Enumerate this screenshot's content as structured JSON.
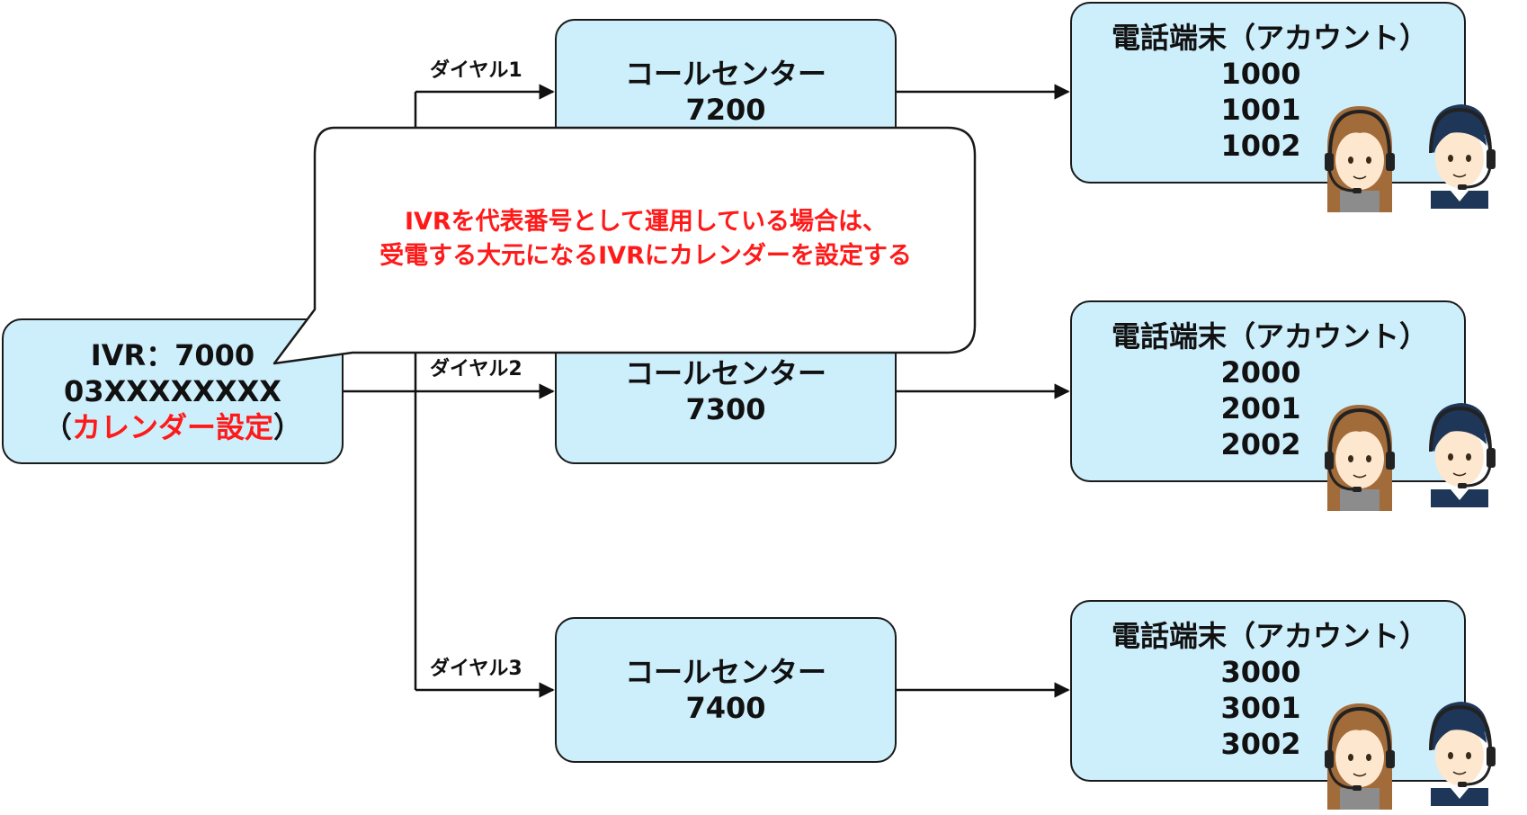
{
  "ivr": {
    "line1": "IVR：7000",
    "line2": "03XXXXXXXX",
    "paren_open": "（",
    "calendar": "カレンダー設定",
    "paren_close": "）"
  },
  "dials": [
    "ダイヤル1",
    "ダイヤル2",
    "ダイヤル3"
  ],
  "call_centers": [
    {
      "label": "コールセンター",
      "number": "7200"
    },
    {
      "label": "コールセンター",
      "number": "7300"
    },
    {
      "label": "コールセンター",
      "number": "7400"
    }
  ],
  "terminals": [
    {
      "title": "電話端末（アカウント）",
      "accounts": [
        "1000",
        "1001",
        "1002"
      ]
    },
    {
      "title": "電話端末（アカウント）",
      "accounts": [
        "2000",
        "2001",
        "2002"
      ]
    },
    {
      "title": "電話端末（アカウント）",
      "accounts": [
        "3000",
        "3001",
        "3002"
      ]
    }
  ],
  "callout": {
    "line1": "IVRを代表番号として運用している場合は、",
    "line2": "受電する大元になるIVRにカレンダーを設定する"
  },
  "colors": {
    "box_fill": "#cdeefb",
    "border": "#1a1a1a",
    "highlight_text": "#ff1a1a",
    "hair_female": "#a26b3a",
    "hair_male": "#1e3658",
    "skin": "#fde8cf"
  },
  "icons": [
    "female-operator-icon",
    "male-operator-icon"
  ]
}
